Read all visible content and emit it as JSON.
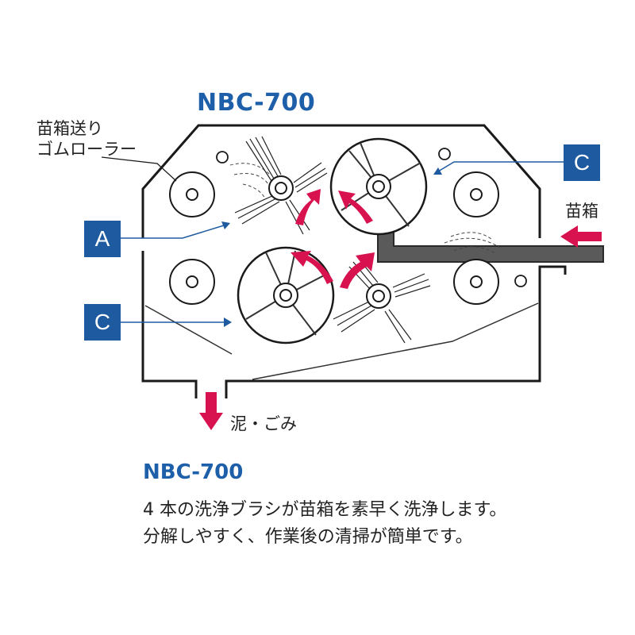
{
  "diagram": {
    "model_title": "NBC-700",
    "callout_roller": [
      "苗箱送り",
      "ゴムローラー"
    ],
    "label_a": "A",
    "label_c_upper": "C",
    "label_c_lower": "C",
    "inlet_label": "苗箱",
    "outlet_label": "泥・ごみ"
  },
  "caption": {
    "title": "NBC-700",
    "line1": "4 本の洗浄ブラシが苗箱を素早く洗浄します。",
    "line2": "分解しやすく、作業後の清掃が簡単です。"
  },
  "colors": {
    "accent_blue": "#1e5aa0",
    "arrow_red": "#d8114f",
    "line_black": "#1a1a1a",
    "conveyor_gray": "#5a5a5a"
  }
}
